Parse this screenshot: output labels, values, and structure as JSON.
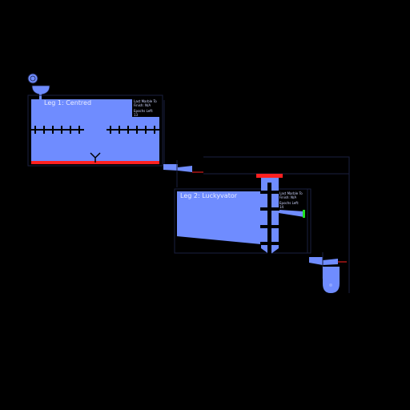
{
  "legs": [
    {
      "title": "Leg 1: Centred",
      "info_line1": "Last Marble To",
      "info_line2": "Finish: N/A",
      "info_line3": "Epochs Left:",
      "info_value": "13"
    },
    {
      "title": "Leg 2: Luckyvator",
      "info_line1": "Last Marble To",
      "info_line2": "Finish: N/A",
      "info_line3": "Epochs Left:",
      "info_value": "14"
    }
  ],
  "colors": {
    "background": "#000000",
    "water": "#6f8cff",
    "outline": "#1a1f3f",
    "peg": "#000000",
    "hazard": "#ff2020",
    "goal": "#20e020"
  },
  "icons": [
    "marble-icon",
    "funnel-icon",
    "splitter-icon",
    "collector-cup-icon"
  ]
}
